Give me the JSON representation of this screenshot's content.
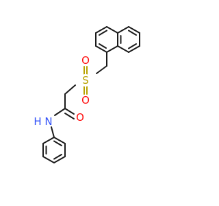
{
  "molecule": {
    "atoms": {
      "S": {
        "label": "S",
        "color": "#b8a200"
      },
      "O_top": {
        "label": "O",
        "color": "#ff0d0d"
      },
      "O_bottom": {
        "label": "O",
        "color": "#ff0d0d"
      },
      "O_carbonyl": {
        "label": "O",
        "color": "#ff0d0d"
      },
      "N": {
        "label": "N",
        "color": "#3050f8"
      },
      "H": {
        "label": "H",
        "color": "#3050f8"
      }
    },
    "bond_color": "#1a1a1a"
  }
}
